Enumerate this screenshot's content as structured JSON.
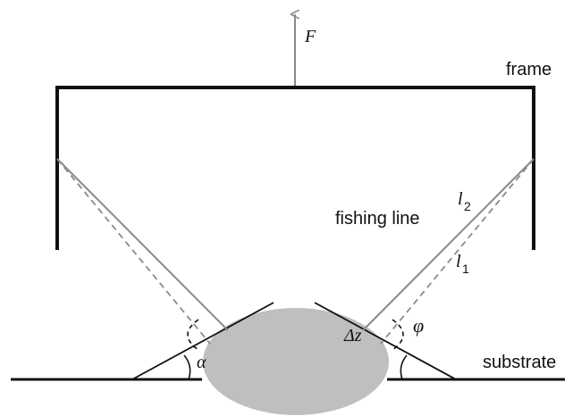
{
  "labels": {
    "force": "F",
    "frame": "frame",
    "fishing_line": "fishing line",
    "l2_main": "l",
    "l2_sub": "2",
    "l1_main": "l",
    "l1_sub": "1",
    "phi": "φ",
    "delta_z": "Δz",
    "alpha": "α",
    "substrate": "substrate"
  },
  "colors": {
    "frame": "#111111",
    "line": "#8a8a8a",
    "dashed": "#8a8a8a",
    "droplet": "#bfbfbf",
    "tangent": "#111111",
    "substrate": "#111111"
  }
}
